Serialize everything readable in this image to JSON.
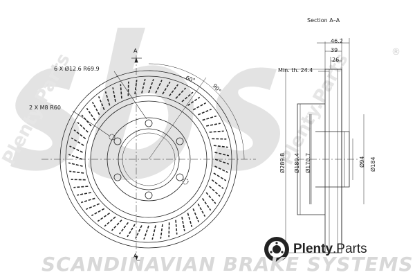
{
  "watermark": {
    "logo_letters": "sbs",
    "brand_text": "SCANDINAVIAN BRAKE SYSTEMS",
    "registered_mark": "®",
    "diagonal_text": "Plenty.Parts"
  },
  "section": {
    "title": "Section A–A",
    "min_thickness": "Min. th. 24.4",
    "dims_horizontal": [
      "46.2",
      "39",
      "26"
    ],
    "dims_vertical": [
      "Ø289.8",
      "Ø189.4",
      "Ø170.7",
      "Ø94",
      "Ø184"
    ]
  },
  "front_view": {
    "section_mark_top": "A",
    "section_mark_bottom": "A",
    "bolt_holes_label": "6 X Ø12.6 R69.9",
    "threaded_holes_label": "2 X M8 R60",
    "angle_60": "60°",
    "angle_90": "90°"
  },
  "logo": {
    "icon": "brake-disc-icon",
    "name": "Plenty",
    "suffix": ".Parts"
  }
}
